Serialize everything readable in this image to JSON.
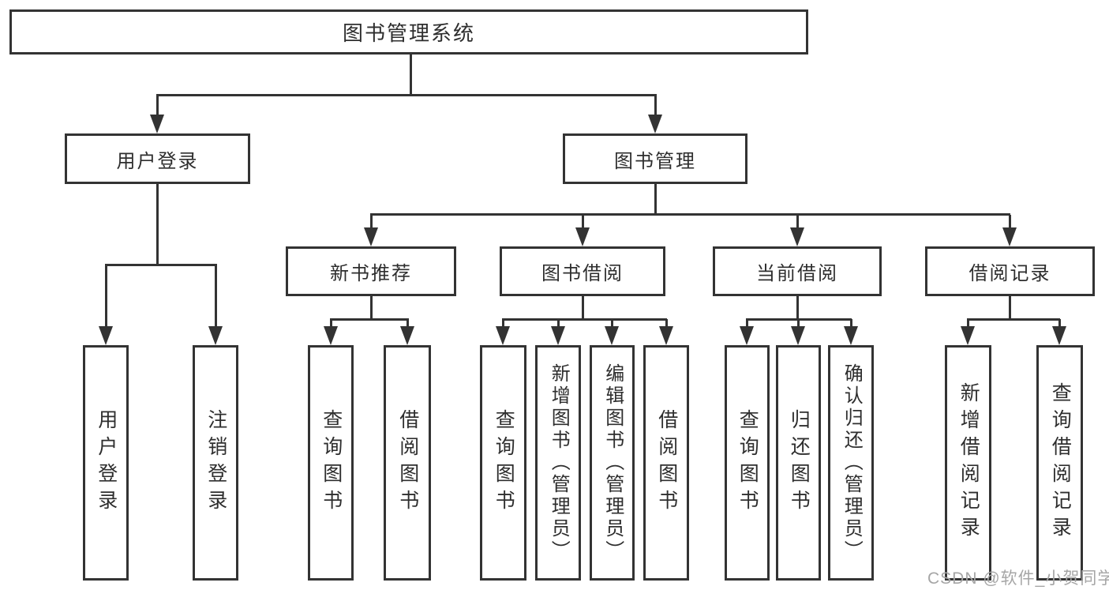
{
  "diagram": {
    "root": "图书管理系统",
    "level2": [
      "用户登录",
      "图书管理"
    ],
    "level3": [
      "新书推荐",
      "图书借阅",
      "当前借阅",
      "借阅记录"
    ],
    "leaves": [
      "用户登录",
      "注销登录",
      "查询图书",
      "借阅图书",
      "查询图书",
      "新增图书（管理员）",
      "编辑图书（管理员）",
      "借阅图书",
      "查询图书",
      "归还图书",
      "确认归还（管理员）",
      "新增借阅记录",
      "查询借阅记录"
    ]
  },
  "watermark": "CSDN @软件_小贺同学",
  "colors": {
    "line": "#333333",
    "box_border": "#333333",
    "text": "#2e2e2e",
    "watermark": "#a6a6a6",
    "background": "#ffffff"
  }
}
